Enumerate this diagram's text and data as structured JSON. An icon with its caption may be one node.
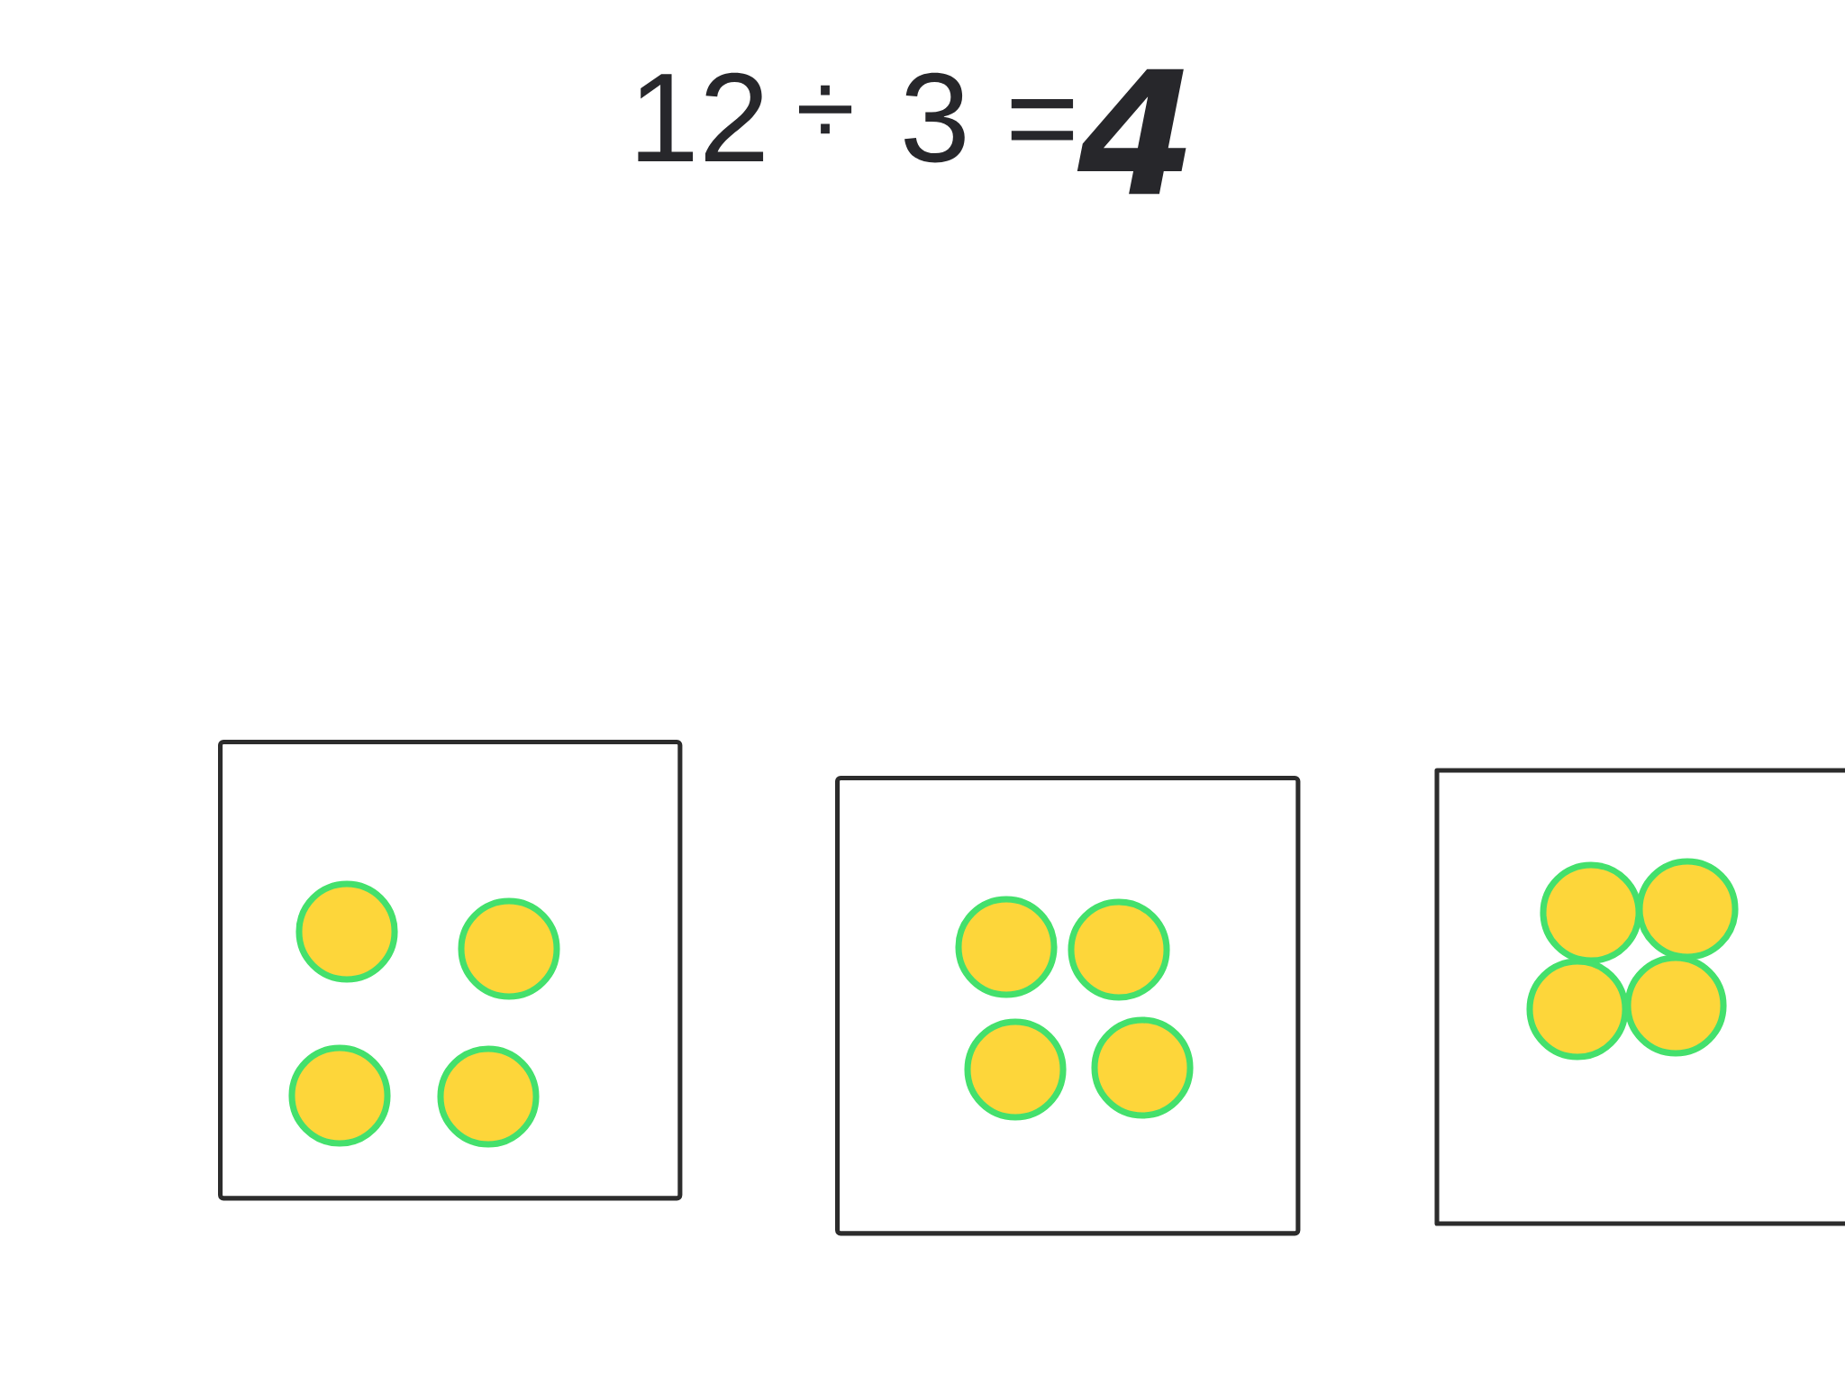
{
  "diagram": {
    "nodes": [
      {
        "text": [],
        "shape": "box"
      },
      {
        "text": [],
        "shape": "circle",
        "in": 0
      },
      {
        "text": [],
        "shape": "circle",
        "in": 0
      },
      {
        "text": [],
        "shape": "circle",
        "in": 0
      },
      {
        "text": [],
        "shape": "circle",
        "in": 0
      },
      {
        "text": [],
        "shape": "box"
      },
      {
        "text": [],
        "shape": "circle",
        "in": 5
      },
      {
        "text": [],
        "shape": "circle",
        "in": 5
      },
      {
        "text": [],
        "shape": "circle",
        "in": 5
      },
      {
        "text": [],
        "shape": "circle",
        "in": 5
      },
      {
        "text": [],
        "shape": "box"
      },
      {
        "text": [],
        "shape": "circle",
        "in": 10
      },
      {
        "text": [],
        "shape": "circle",
        "in": 10
      },
      {
        "text": [],
        "shape": "circle",
        "in": 10
      },
      {
        "text": [],
        "shape": "circle",
        "in": 10
      }
    ],
    "labels": [
      "12",
      "÷",
      "3 =",
      "4"
    ]
  }
}
